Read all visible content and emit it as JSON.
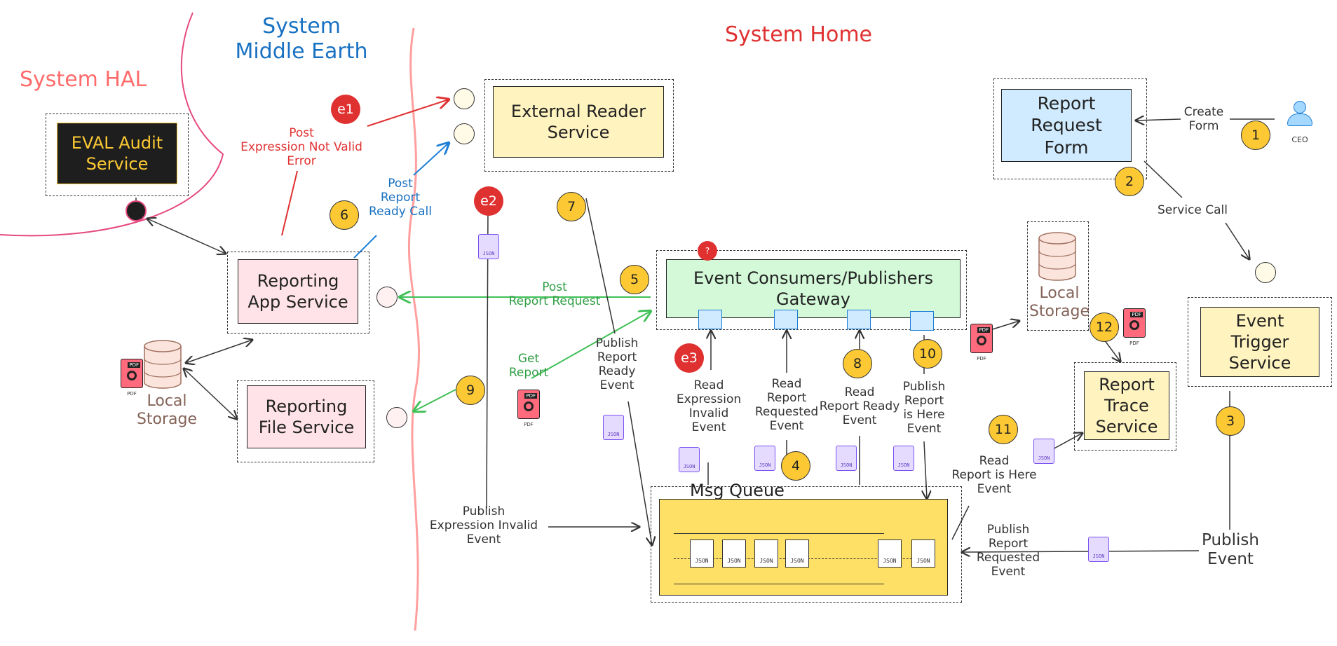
{
  "systems": {
    "hal": "System HAL",
    "middle_earth": "System\nMiddle Earth",
    "home": "System Home"
  },
  "colors": {
    "red_label": "#e03131",
    "blue_label": "#1971c2",
    "green_label": "#2f9e44",
    "badge": "#fcc934",
    "yellow_box": "#fff3bf",
    "pink_box": "#ffe3e8",
    "blue_box": "#d0ebff",
    "green_box": "#d3f9d8",
    "queue": "#ffe066"
  },
  "boxes": {
    "eval_audit": "EVAL Audit\nService",
    "external_reader": "External Reader\nService",
    "report_request_form": "Report\nRequest\nForm",
    "event_gateway": "Event Consumers/Publishers\nGateway",
    "reporting_app": "Reporting\nApp Service",
    "reporting_file": "Reporting\nFile Service",
    "event_trigger": "Event\nTrigger\nService",
    "report_trace": "Report\nTrace\nService",
    "msg_queue": "Msg Queue"
  },
  "badges": {
    "b1": "1",
    "b2": "2",
    "b3": "3",
    "b4": "4",
    "b5": "5",
    "b6": "6",
    "b7": "7",
    "b8": "8",
    "b9": "9",
    "b10": "10",
    "b11": "11",
    "b12": "12",
    "e1": "e1",
    "e2": "e2",
    "e3": "e3",
    "q": "?"
  },
  "labels": {
    "create_form": "Create\nForm",
    "ceo": "CEO",
    "service_call": "Service Call",
    "post_expr_invalid": "Post\nExpression Not Valid\nError",
    "post_report_ready_call": "Post\nReport\nReady Call",
    "post_report_request": "Post\nReport Request",
    "get_report": "Get\nReport",
    "publish_report_ready_event": "Publish\nReport\nReady\nEvent",
    "read_expr_invalid": "Read\nExpression\nInvalid\nEvent",
    "read_report_requested": "Read\nReport\nRequested\nEvent",
    "read_report_ready": "Read\nReport Ready\nEvent",
    "publish_report_is_here": "Publish\nReport\nis Here\nEvent",
    "read_report_is_here": "Read\nReport is Here\nEvent",
    "publish_expr_invalid": "Publish\nExpression Invalid\nEvent",
    "publish_report_requested": "Publish\nReport\nRequested\nEvent",
    "publish_event": "Publish\nEvent",
    "local_storage": "Local\nStorage",
    "json": "JSON",
    "pdf": "PDF"
  }
}
